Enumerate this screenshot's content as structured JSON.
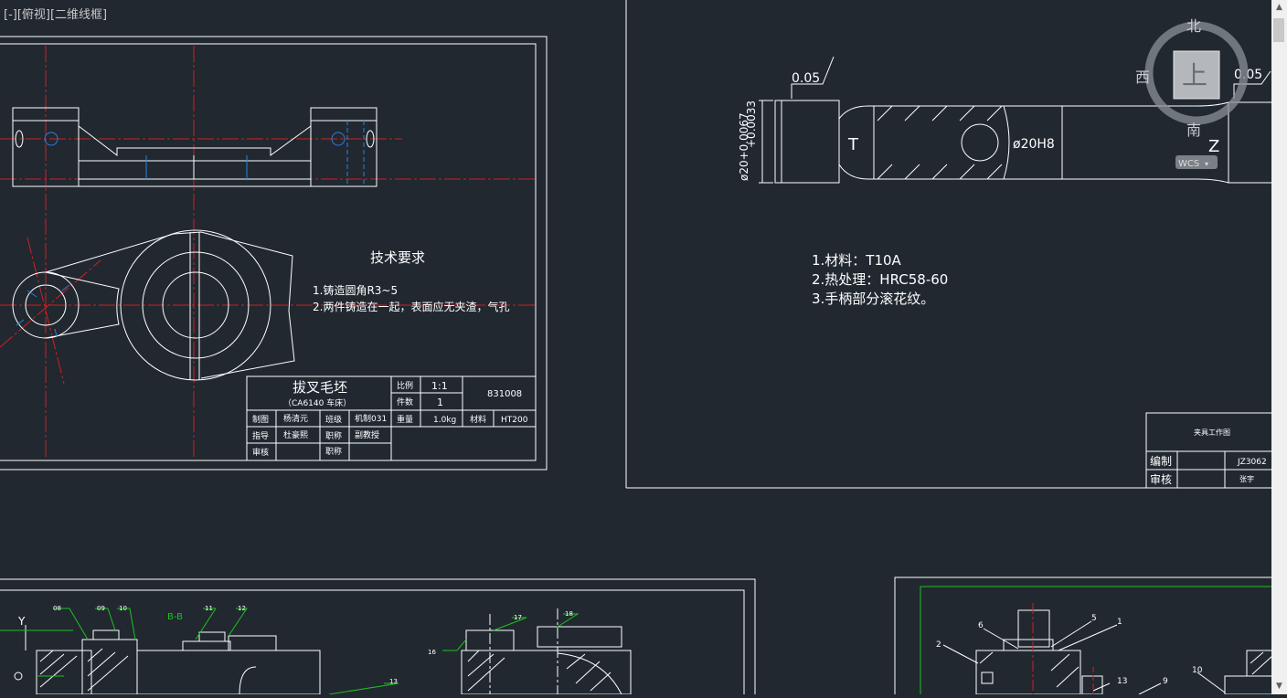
{
  "view_label": "[-][俯视][二维线框]",
  "viewcube": {
    "north": "北",
    "south": "南",
    "west": "西",
    "face": "上",
    "wcs": "WCS"
  },
  "drawing1": {
    "tech_title": "技术要求",
    "req1": "1.铸造圆角R3~5",
    "req2": "2.两件铸造在一起，表面应无夹渣，气孔",
    "part_name": "拔叉毛坯",
    "part_sub": "（CA6140 车床）",
    "ratio_label": "比例",
    "ratio": "1:1",
    "qty_label": "件数",
    "qty": "1",
    "drawing_no": "831008",
    "made_label": "制图",
    "made_by": "杨清元",
    "class_label": "班级",
    "class": "机制031",
    "weight_label": "重量",
    "weight": "1.0kg",
    "material_label": "材料",
    "material": "HT200",
    "guide_label": "指导",
    "guide_by": "杜豪熙",
    "title_label": "职称",
    "title_val": "副教授",
    "review_label": "审核",
    "title_label2": "职称"
  },
  "drawing2": {
    "tol1": "0.05",
    "tol2": "0.05",
    "dim_left": "ø20+0.0067",
    "dim_left2": "+0.0033",
    "dim_mid": "ø20H8",
    "mark_t": "T",
    "mark_z": "Z",
    "note1": "1.材料：T10A",
    "note2": "2.热处理：HRC58-60",
    "note3": "3.手柄部分滚花纹。",
    "tb_title": "夹具工作图",
    "tb_edit": "编制",
    "tb_code": "JZ3062",
    "tb_review": "审核",
    "tb_note": "张宇"
  },
  "drawing3": {
    "section": "B-B",
    "y_axis": "Y",
    "labels": [
      "08",
      "09",
      "10",
      "11",
      "12",
      "13",
      "16",
      "17",
      "18"
    ]
  },
  "drawing4": {
    "labels": [
      "6",
      "5",
      "1",
      "2",
      "13",
      "9",
      "10"
    ]
  }
}
